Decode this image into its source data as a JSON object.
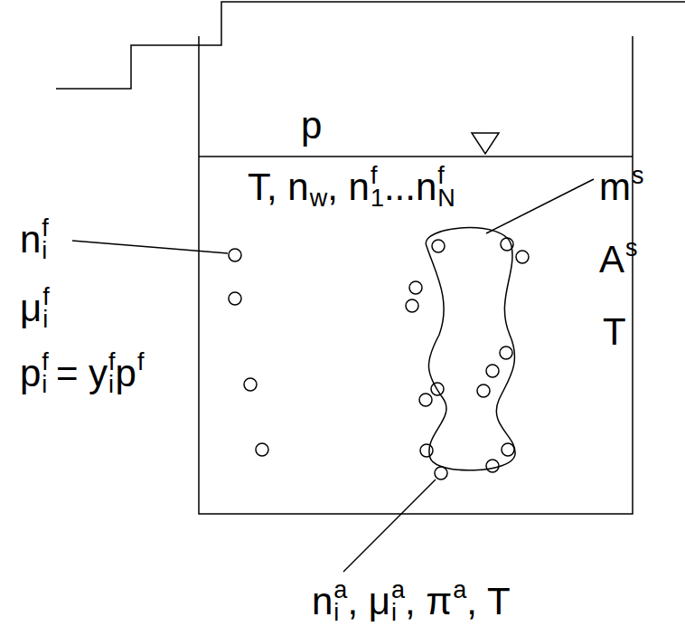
{
  "diagram": {
    "labels": [
      "p",
      "T, n",
      "w",
      ", n",
      "1",
      "f",
      "...n",
      "N",
      "f",
      "n",
      "i",
      "f",
      "μ",
      "i",
      "f",
      "p",
      "i",
      "f",
      "= y",
      "i",
      "f",
      "p",
      "f",
      "m",
      "s",
      "A",
      "s",
      "T",
      "n",
      "i",
      "a",
      ", μ",
      "i",
      "a",
      ", π",
      "a",
      ", T"
    ]
  }
}
